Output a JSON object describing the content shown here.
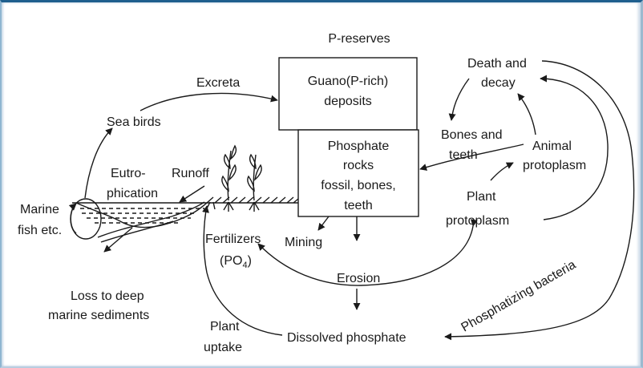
{
  "labels": {
    "p_reserves": "P-reserves",
    "guano_line1": "Guano(P-rich)",
    "guano_line2": "deposits",
    "excreta": "Excreta",
    "sea_birds": "Sea birds",
    "eutro_line1": "Eutro-",
    "eutro_line2": "phication",
    "runoff": "Runoff",
    "marine_line1": "Marine",
    "marine_line2": "fish etc.",
    "phosphate_line1": "Phosphate",
    "phosphate_line2": "rocks",
    "phosphate_line3": "fossil, bones,",
    "phosphate_line4": "teeth",
    "death_line1": "Death and",
    "death_line2": "decay",
    "bones_line1": "Bones and",
    "bones_line2": "teeth",
    "animal_line1": "Animal",
    "animal_line2": "protoplasm",
    "plant_line1": "Plant",
    "plant_line2": "protoplasm",
    "fertilizers_line1": "Fertilizers",
    "fertilizers_po": "(PO",
    "fertilizers_sub": "4",
    "fertilizers_close": ")",
    "mining": "Mining",
    "erosion": "Erosion",
    "loss_line1": "Loss to deep",
    "loss_line2": "marine sediments",
    "plant_uptake_line1": "Plant",
    "plant_uptake_line2": "uptake",
    "dissolved": "Dissolved phosphate",
    "phosphatizing": "Phosphatizing bacteria"
  },
  "colors": {
    "frame_top": "#1f5f8e",
    "frame_side": "#8fb6d1",
    "ink": "#1a1a1a"
  }
}
